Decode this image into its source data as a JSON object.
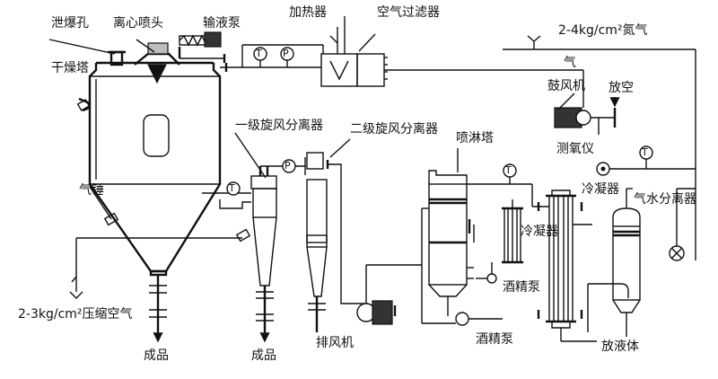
{
  "labels": {
    "vent_hole": "泄爆孔",
    "atomizer": "离心喷头",
    "liquid_pump": "输液泵",
    "heater": "加热器",
    "air_filter": "空气过滤器",
    "nitrogen": "2-4kg/cm²氮气",
    "gas": "气",
    "drying_tower": "干燥塔",
    "blower": "鼓风机",
    "vent_air": "放空",
    "cyclone_1": "一级旋风分离器",
    "cyclone_2": "二级旋风分离器",
    "spray_tower": "喷淋塔",
    "oxygen_meter": "测氧仪",
    "condenser_1": "冷凝器",
    "gas_water_separator": "气水分离器",
    "air_hammer": "气锤",
    "condenser_2": "冷凝器",
    "alcohol_pump_1": "酒精泵",
    "compressed_air": "2-3kg/cm²压缩空气",
    "exhaust_fan": "排风机",
    "alcohol_pump_2": "酒精泵",
    "drain": "放液体",
    "product_1": "成品",
    "product_2": "成品"
  },
  "gauge_letters": {
    "temperature": "T",
    "pressure": "P"
  }
}
